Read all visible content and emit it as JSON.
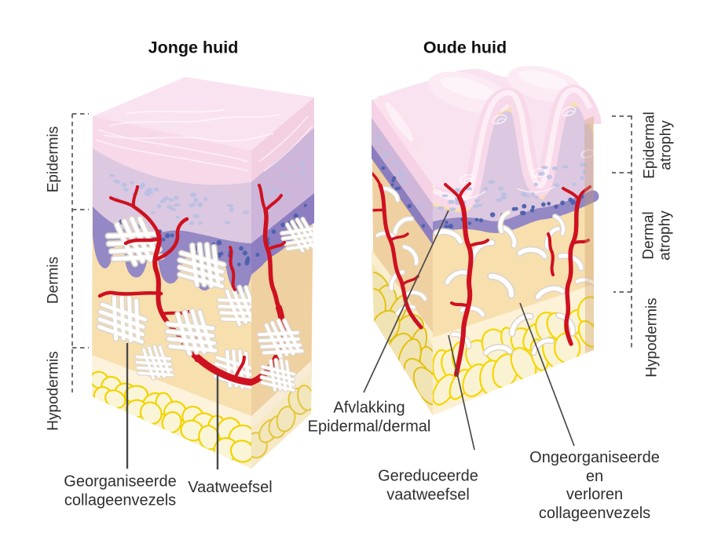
{
  "titles": {
    "young": "Jonge huid",
    "old": "Oude huid"
  },
  "layer_labels_young": [
    "Epidermis",
    "Dermis",
    "Hypodermis"
  ],
  "layer_labels_old": [
    "Epidermal\natrophy",
    "Dermal\natrophy",
    "Hypodermis"
  ],
  "callouts": {
    "organized_collagen": "Georganiseerde\ncollageenvezels",
    "vascular_tissue": "Vaatweefsel",
    "flattening": "Afvlakking\nEpidermal/dermal",
    "reduced_vascular": "Gereduceerde\nvaatweefsel",
    "disorganized_collagen": "Ongeorganiseerde en\nverloren collageenvezels"
  },
  "colors": {
    "background": "#ffffff",
    "surface_pink_top": "#fae3f0",
    "surface_pink_front": "#f8d9e9",
    "surface_pink_side": "#f3cfe2",
    "epidermis_lilac": "#dcc8e1",
    "epidermis_lilac_side": "#cdb6da",
    "basal_purple": "#9488c5",
    "epidermis_dot_light": "#b6c0e4",
    "epidermis_dot_dark": "#4c60ac",
    "dermis_tan": "#f8dfae",
    "dermis_tan_side": "#efd0a0",
    "hypodermis_cream": "#fcf0d2",
    "fat_fill": "#fbf5d8",
    "fat_outline_yellow": "#f2d400",
    "vessel_red": "#ce1120",
    "collagen_white": "#ffffff",
    "title_text": "#111111",
    "label_text": "#2f2f2f",
    "leader_line": "#4a4a4a",
    "bracket_dash": "#5a5a5a"
  }
}
